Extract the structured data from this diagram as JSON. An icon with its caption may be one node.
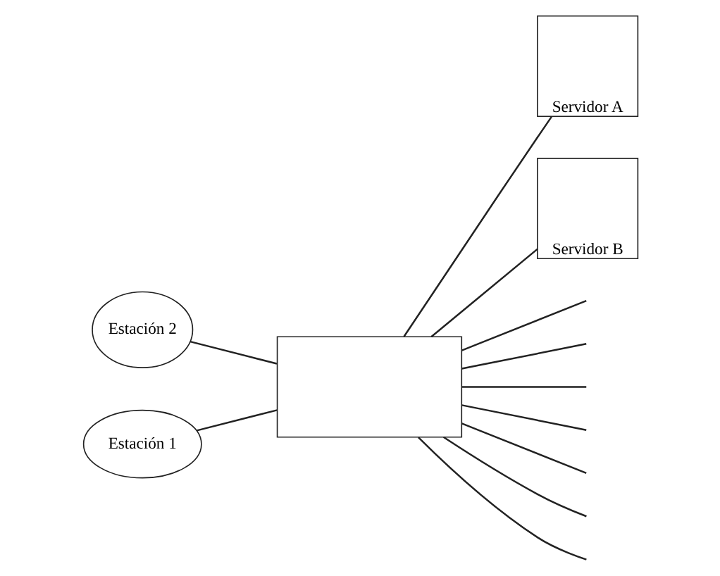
{
  "diagram": {
    "nodes": [
      {
        "text": [
          "Estación 2"
        ]
      },
      {
        "text": [],
        "shape": "box"
      },
      {
        "text": [
          "Servidor A"
        ]
      },
      {
        "text": [
          "Estación 1"
        ]
      },
      {
        "text": [
          "Servidor B"
        ]
      }
    ],
    "edges": [
      {
        "from": 0,
        "to": 1,
        "arrow": "none"
      },
      {
        "from": 3,
        "to": 1,
        "arrow": "none"
      },
      {
        "from": 1,
        "to": 2,
        "arrow": "none"
      },
      {
        "from": 1,
        "to": 4,
        "arrow": "none"
      },
      {
        "from": 1,
        "to": null,
        "arrow": "none"
      },
      {
        "from": 1,
        "to": null,
        "arrow": "none"
      },
      {
        "from": 1,
        "to": null,
        "arrow": "none"
      },
      {
        "from": 1,
        "to": null,
        "arrow": "none"
      },
      {
        "from": 1,
        "to": null,
        "arrow": "none"
      },
      {
        "from": 1,
        "to": null,
        "arrow": "none"
      },
      {
        "from": 1,
        "to": null,
        "arrow": "none"
      }
    ]
  }
}
